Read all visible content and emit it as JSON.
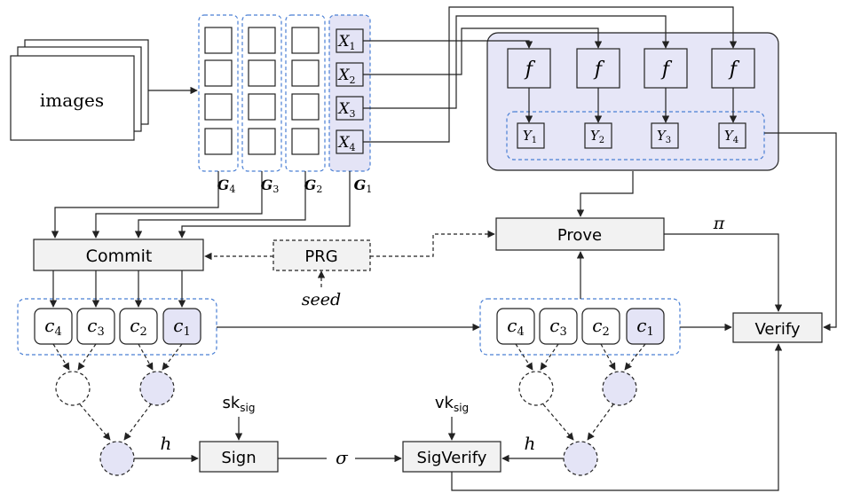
{
  "colors": {
    "box_fill": "#f2f2f2",
    "highlight_fill": "#e4e4f6",
    "panel_fill": "#e6e6f7",
    "group_border": "#4a7fd4",
    "stroke": "#222222"
  },
  "images_label": "images",
  "groups": [
    {
      "label": "G",
      "sub": "4"
    },
    {
      "label": "G",
      "sub": "3"
    },
    {
      "label": "G",
      "sub": "2"
    },
    {
      "label": "G",
      "sub": "1"
    }
  ],
  "inputs": [
    {
      "label": "X",
      "sub": "1"
    },
    {
      "label": "X",
      "sub": "2"
    },
    {
      "label": "X",
      "sub": "3"
    },
    {
      "label": "X",
      "sub": "4"
    }
  ],
  "function_label": "f",
  "outputs": [
    {
      "label": "Y",
      "sub": "1"
    },
    {
      "label": "Y",
      "sub": "2"
    },
    {
      "label": "Y",
      "sub": "3"
    },
    {
      "label": "Y",
      "sub": "4"
    }
  ],
  "boxes": {
    "commit": "Commit",
    "prg": "PRG",
    "prove": "Prove",
    "verify": "Verify",
    "sign": "Sign",
    "sigverify": "SigVerify"
  },
  "seed_label": "seed",
  "pi_label": "π",
  "sigma_label": "σ",
  "hash_label": "h",
  "sk": {
    "main": "sk",
    "sub": "sig"
  },
  "vk": {
    "main": "vk",
    "sub": "sig"
  },
  "commitments": [
    {
      "label": "c",
      "sub": "4"
    },
    {
      "label": "c",
      "sub": "3"
    },
    {
      "label": "c",
      "sub": "2"
    },
    {
      "label": "c",
      "sub": "1"
    }
  ]
}
